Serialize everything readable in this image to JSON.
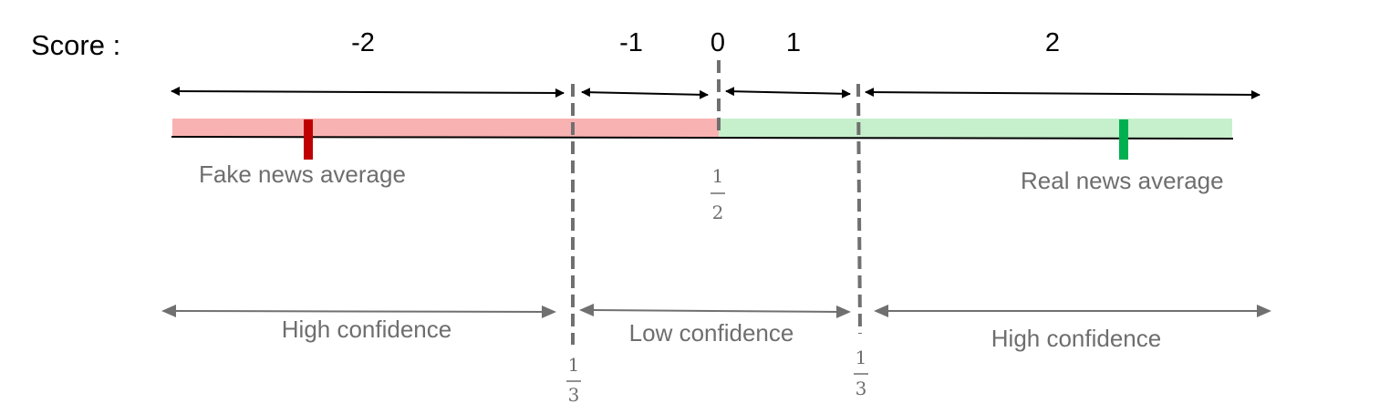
{
  "score_label": "Score :",
  "scores": [
    "-2",
    "-1",
    "0",
    "1",
    "2"
  ],
  "fake_label": "Fake news average",
  "real_label": "Real news average",
  "half": {
    "num": "1",
    "den": "2"
  },
  "third_left": {
    "num": "1",
    "den": "3"
  },
  "third_right": {
    "num": "1",
    "den": "3"
  },
  "confidence": [
    "High confidence",
    "Low confidence",
    "High confidence"
  ],
  "colors": {
    "fake_zone": "#f9b2b2",
    "real_zone": "#c6efcc",
    "fake_marker": "#c00000",
    "real_marker": "#00b050",
    "arrow_black": "#000000",
    "arrow_gray": "#707070",
    "dashed": "#707070",
    "gray_text": "#6e6e6e"
  }
}
